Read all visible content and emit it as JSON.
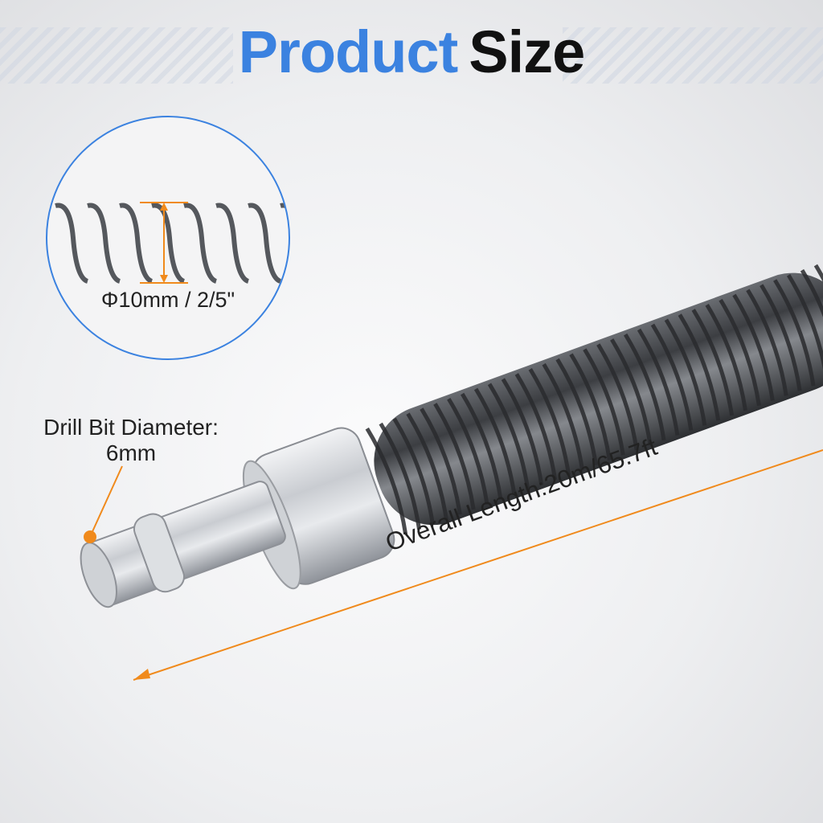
{
  "title": {
    "word1": "Product",
    "word2": "Size"
  },
  "zoom_label": "Φ10mm / 2/5\"",
  "drill_label": {
    "line1": "Drill Bit Diameter:",
    "line2": "6mm"
  },
  "length_label": "Overall Length:20m/65.7ft",
  "colors": {
    "accent_blue": "#3b82e0",
    "annotation_orange": "#f08a1c"
  }
}
